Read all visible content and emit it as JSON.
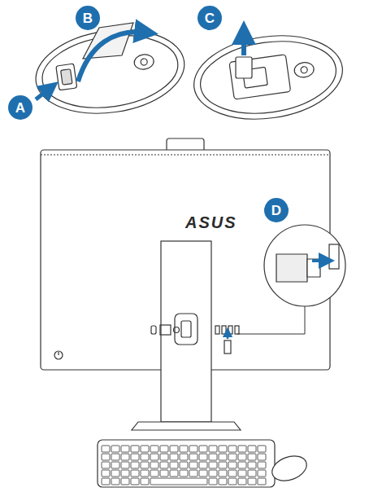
{
  "diagram": {
    "nodes": [
      {
        "text": [
          "A"
        ]
      },
      {
        "text": [
          "B"
        ]
      },
      {
        "text": [
          "C"
        ]
      },
      {
        "text": [
          "D"
        ]
      }
    ],
    "labels": [
      "ASUS"
    ]
  }
}
